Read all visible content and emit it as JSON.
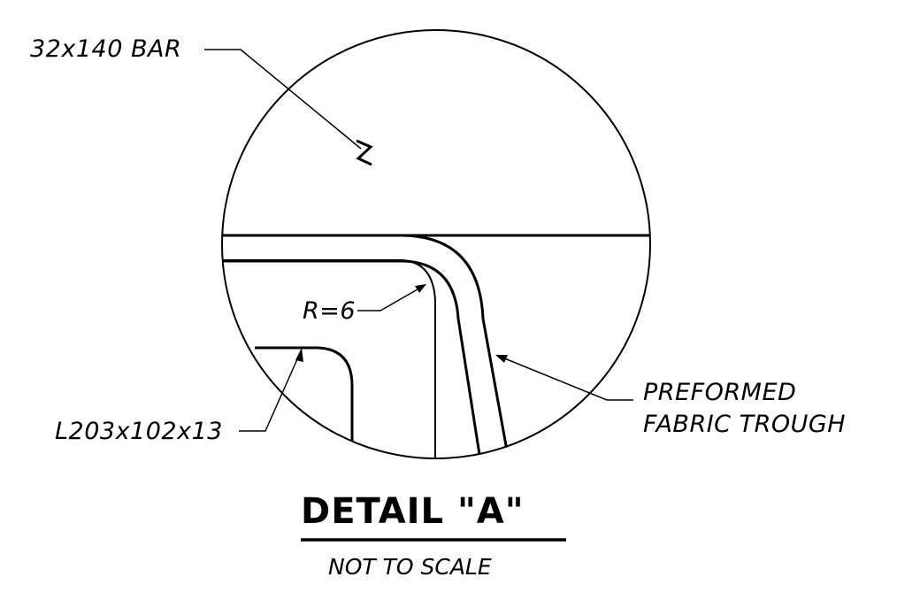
{
  "callouts": {
    "bar": "32x140 BAR",
    "radius": "R=6",
    "angle": "L203x102x13",
    "trough_line1": "PREFORMED",
    "trough_line2": "FABRIC TROUGH"
  },
  "title": "DETAIL \"A\"",
  "subtitle": "NOT TO SCALE"
}
